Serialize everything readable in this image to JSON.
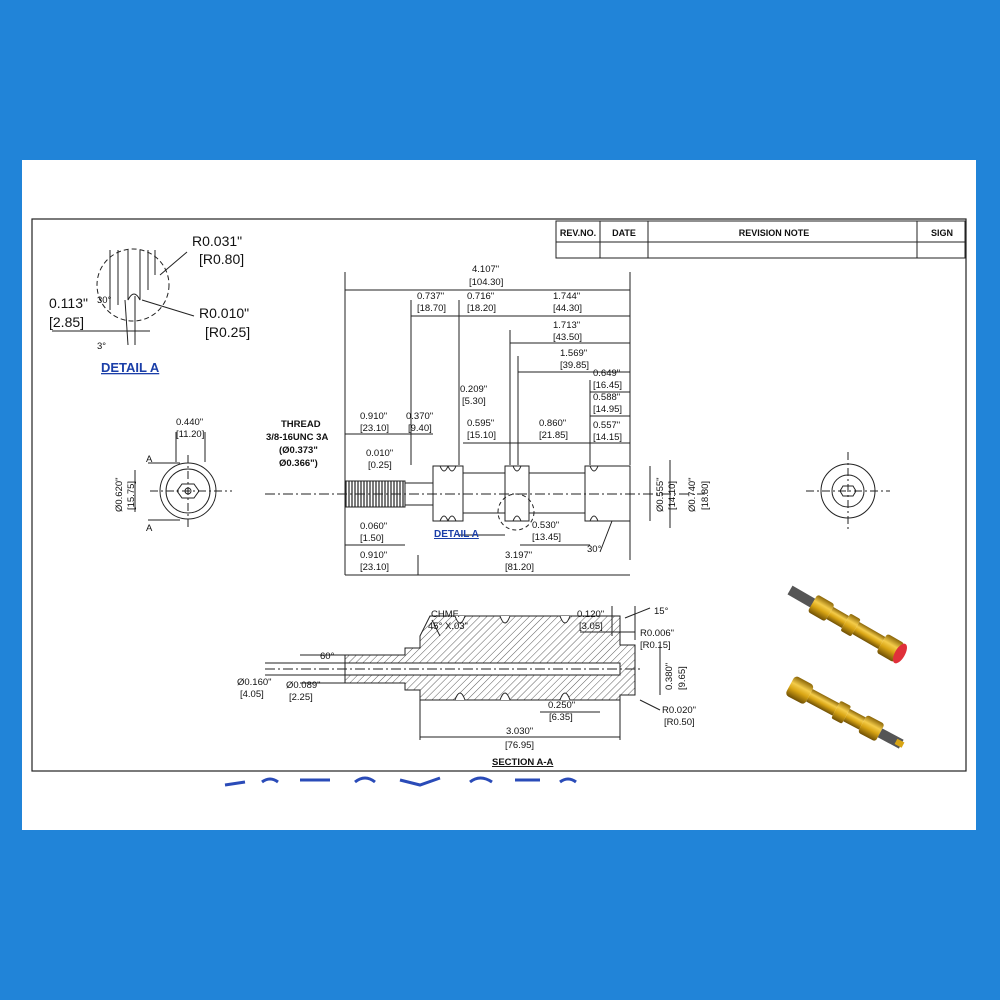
{
  "revision_table": {
    "col_rev": "REV.NO.",
    "col_date": "DATE",
    "col_note": "REVISION NOTE",
    "col_sign": "SIGN"
  },
  "detail_a": {
    "r1": "R0.031\"",
    "r1_mm": "[R0.80]",
    "r2": "R0.010\"",
    "r2_mm": "[R0.25]",
    "depth": "0.113\"",
    "depth_mm": "[2.85]",
    "angle_top": "30°",
    "angle_bottom": "3°",
    "title": "DETAIL A"
  },
  "end_view": {
    "a_top": "A",
    "a_bottom": "A",
    "hex": "0.440\"",
    "hex_mm": "[11.20]",
    "dia": "Ø0.620\"",
    "dia_mm": "[15.75]"
  },
  "thread": {
    "l1": "THREAD",
    "l2": "3/8-16UNC 3A",
    "l3": "(Ø0.373\"",
    "l4": "Ø0.366\")"
  },
  "dims": {
    "overall": "4.107\"",
    "overall_mm": "[104.30]",
    "d0737": "0.737\"",
    "d0737_mm": "[18.70]",
    "d0716": "0.716\"",
    "d0716_mm": "[18.20]",
    "d1744": "1.744\"",
    "d1744_mm": "[44.30]",
    "d1713": "1.713\"",
    "d1713_mm": "[43.50]",
    "d1569": "1.569\"",
    "d1569_mm": "[39.85]",
    "d0649": "0.649\"",
    "d0649_mm": "[16.45]",
    "d0588": "0.588\"",
    "d0588_mm": "[14.95]",
    "d0557": "0.557\"",
    "d0557_mm": "[14.15]",
    "d0209": "0.209\"",
    "d0209_mm": "[5.30]",
    "d0910a": "0.910\"",
    "d0910a_mm": "[23.10]",
    "d0370": "0.370\"",
    "d0370_mm": "[9.40]",
    "d0595": "0.595\"",
    "d0595_mm": "[15.10]",
    "d0860": "0.860\"",
    "d0860_mm": "[21.85]",
    "d0010": "0.010\"",
    "d0010_mm": "[0.25]",
    "d0060": "0.060\"",
    "d0060_mm": "[1.50]",
    "d0530": "0.530\"",
    "d0530_mm": "[13.45]",
    "d0910b": "0.910\"",
    "d0910b_mm": "[23.10]",
    "d3197": "3.197\"",
    "d3197_mm": "[81.20]",
    "dia0555": "Ø0.555\"",
    "dia0555_mm": "[14.10]",
    "dia0740": "Ø0.740\"",
    "dia0740_mm": "[18.80]",
    "angle30": "30°",
    "detail_callout": "DETAIL A"
  },
  "section": {
    "chmf1": "CHMF.",
    "chmf2": "45° X.03\"",
    "d0120": "0.120\"",
    "d0120_mm": "[3.05]",
    "ang15": "15°",
    "r0006": "R0.006\"",
    "r0006_mm": "[R0.15]",
    "d0380": "0.380\"",
    "d0380_mm": "[9.65]",
    "ang60": "60°",
    "dia0160": "Ø0.160\"",
    "dia0160_mm": "[4.05]",
    "dia0089": "Ø0.089\"",
    "dia0089_mm": "[2.25]",
    "d0250": "0.250\"",
    "d0250_mm": "[6.35]",
    "r0020": "R0.020\"",
    "r0020_mm": "[R0.50]",
    "d3030": "3.030\"",
    "d3030_mm": "[76.95]",
    "title": "SECTION A-A"
  },
  "colors": {
    "background": "#2184d8",
    "brass": "#d9a514",
    "tip": "#e0303a",
    "link": "#1a3ea8"
  }
}
